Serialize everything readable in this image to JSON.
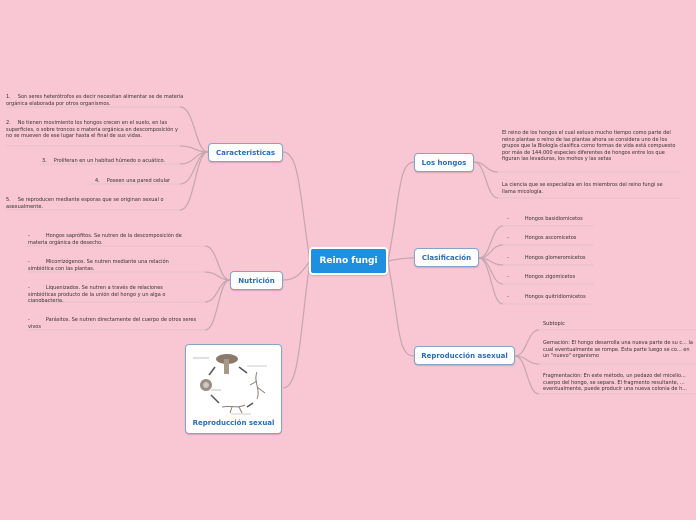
{
  "root": {
    "label": "Reino fungi"
  },
  "branches": {
    "caracteristicas": {
      "label": "Caracteristicas",
      "items": [
        {
          "num": "1.",
          "text": "Son seres heterótrofos es decir necesitan alimentar se de materia orgánica elaborada por otros organismos."
        },
        {
          "num": "2.",
          "text": "No tienen movimiento los hongos crecen en el suelo, en las superficies, o sobre troncos o materia orgánica en descomposición y no se mueven de ese lugar hasta el final de sus vidas."
        },
        {
          "num": "3.",
          "text": "Proliferan en un habitad húmedo o acuático."
        },
        {
          "num": "4.",
          "text": "Poseen una pared celular"
        },
        {
          "num": "5.",
          "text": "Se reproducen mediante esporas que se originan sexual o asexualmente."
        }
      ]
    },
    "nutricion": {
      "label": "Nutrición",
      "items": [
        {
          "dash": "-",
          "text": "Hongos saprófitos. Se nutren de la descomposición de materia orgánica de desecho."
        },
        {
          "dash": "-",
          "text": "Micorrizógenos. Se nutren mediante una relación simbiótica con las plantas."
        },
        {
          "dash": "-",
          "text": "Liquenizados. Se nutren a través de relaciones simbióticas producto de la unión del hongo y un alga o cianobacteria."
        },
        {
          "dash": "-",
          "text": "Parásitos. Se nutren directamente del cuerpo de otros seres vivos"
        }
      ]
    },
    "reproduccion_sexual": {
      "label": "Reproducción sexual"
    },
    "los_hongos": {
      "label": "Los hongos",
      "items": [
        {
          "text": "El reino de los hongos el cual estuvo mucho tiempo como parte del reino plantae o reino de las plantas ahora se considera uno de los grupos que la Biología clasifica como formas de vida está compuesto por más de 144.000 especies diferentes de hongos entre los que figuran las levaduras, los mohos y las setas"
        },
        {
          "text": "La ciencia que se especializa en los miembros del reino fungi se llama micología."
        }
      ]
    },
    "clasificacion": {
      "label": "Clasificación",
      "items": [
        {
          "dash": "-",
          "text": "Hongos basidiomicetos"
        },
        {
          "dash": "-",
          "text": "Hongos ascomicetos"
        },
        {
          "dash": "-",
          "text": "Hongos glomeromicetos"
        },
        {
          "dash": "-",
          "text": "Hongos zigomicetos"
        },
        {
          "dash": "-",
          "text": "Hongos quitridiomicetos"
        }
      ]
    },
    "reproduccion_asexual": {
      "label": "Reproducción asexual",
      "items": [
        {
          "text": "Subtopic"
        },
        {
          "text": "Gemación: El hongo desarrolla una nueva parte de su c... la cual eventualmente se rompe. Esta parte luego se co... en un \"nuevo\" organismo"
        },
        {
          "text": "Fragmentación: En este método, un pedazo del micelio... cuerpo del hongo, se separa. El fragmento resultante, ... eventualmente, puede producir una nueva colonia de h..."
        }
      ]
    }
  },
  "colors": {
    "background": "#f9c6d3",
    "root": "#1f90e0",
    "node_text": "#2a6db5",
    "link": "#c7aab2"
  },
  "image": {
    "description_icon": "fungus-life-cycle-illustration"
  }
}
